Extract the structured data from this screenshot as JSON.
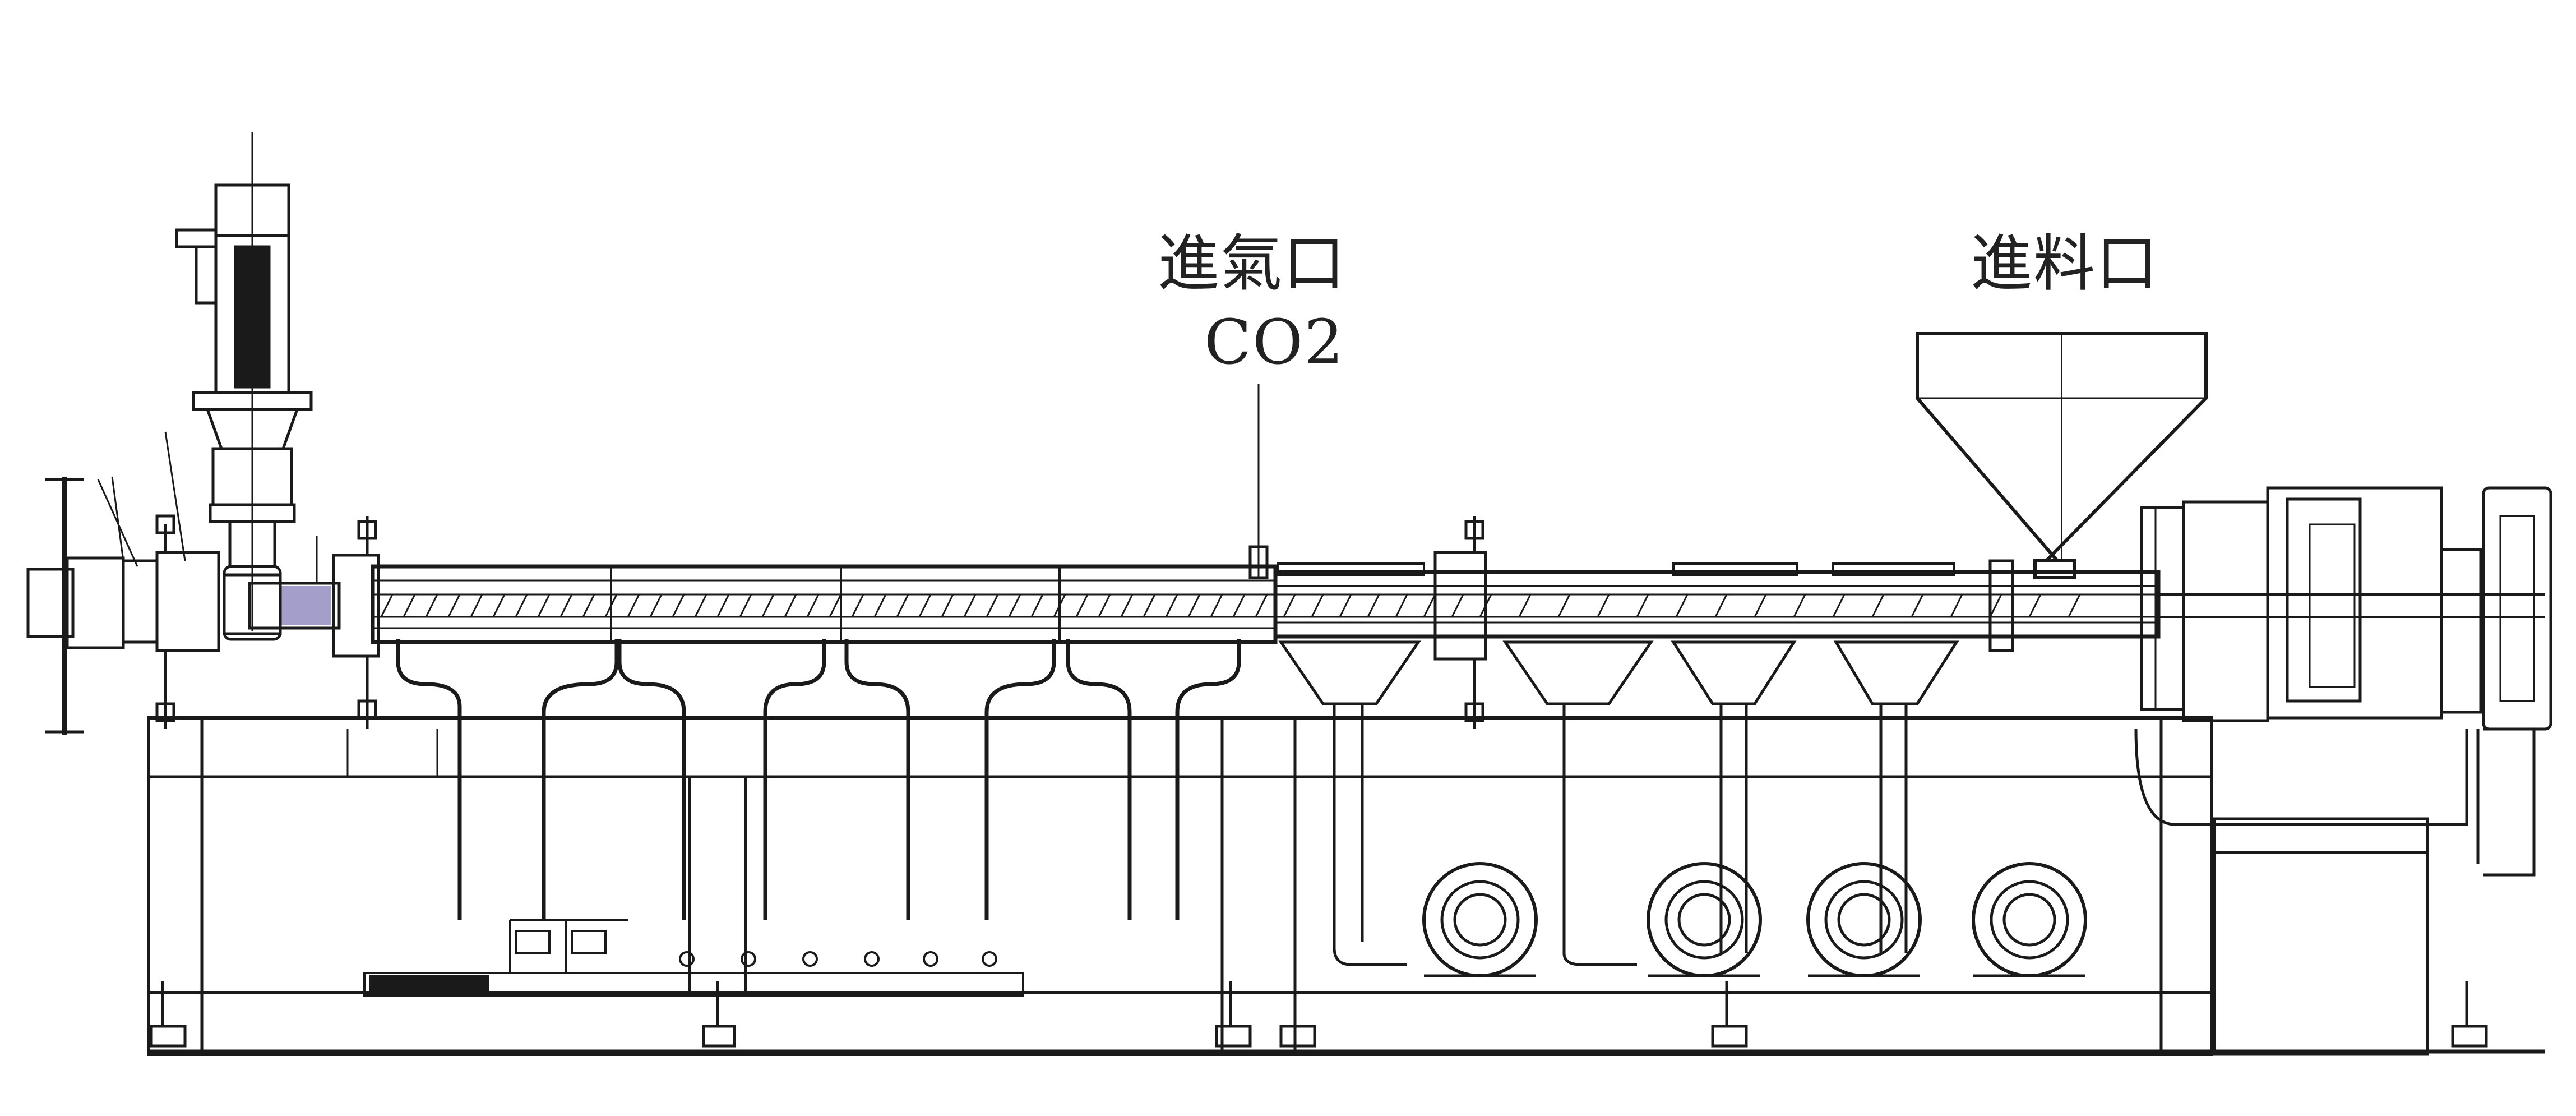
{
  "labels": {
    "gas_inlet": "進氣口",
    "gas_type": "CO2",
    "feed_inlet": "進料口"
  },
  "colors": {
    "line": "#1a1a1a",
    "background": "#ffffff",
    "screw_tint": "#5a4fa0"
  }
}
